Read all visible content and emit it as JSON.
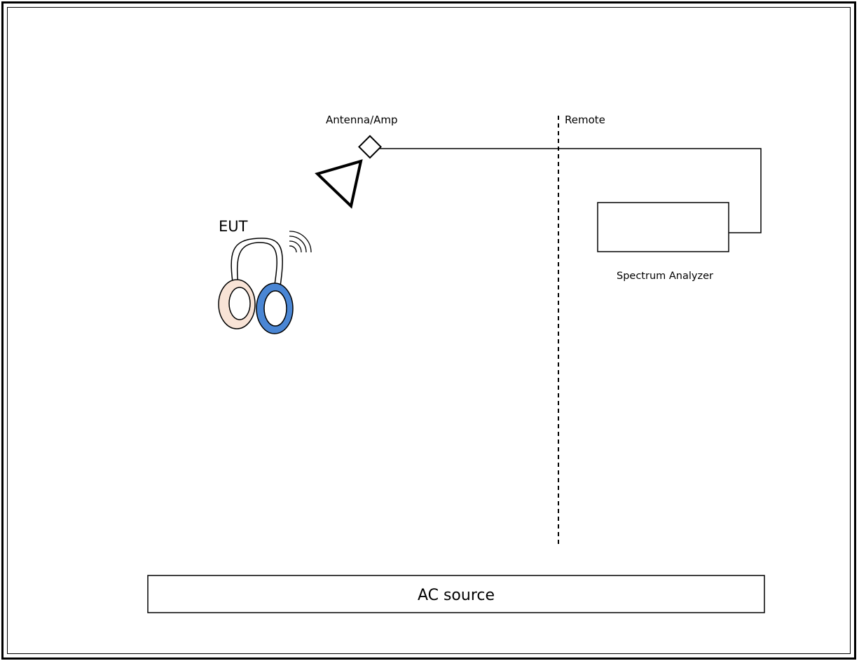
{
  "labels": {
    "antenna": "Antenna/Amp",
    "remote": "Remote",
    "eut": "EUT",
    "spectrum_analyzer": "Spectrum Analyzer",
    "ac_source": "AC source"
  },
  "colors": {
    "line": "#000000",
    "left_earcup": "#f8e3d6",
    "right_earcup": "#4a86d4",
    "background": "#ffffff"
  },
  "icons": {
    "eut": "headphones-icon",
    "wireless": "wireless-signal-icon",
    "antenna": "horn-antenna-icon"
  }
}
